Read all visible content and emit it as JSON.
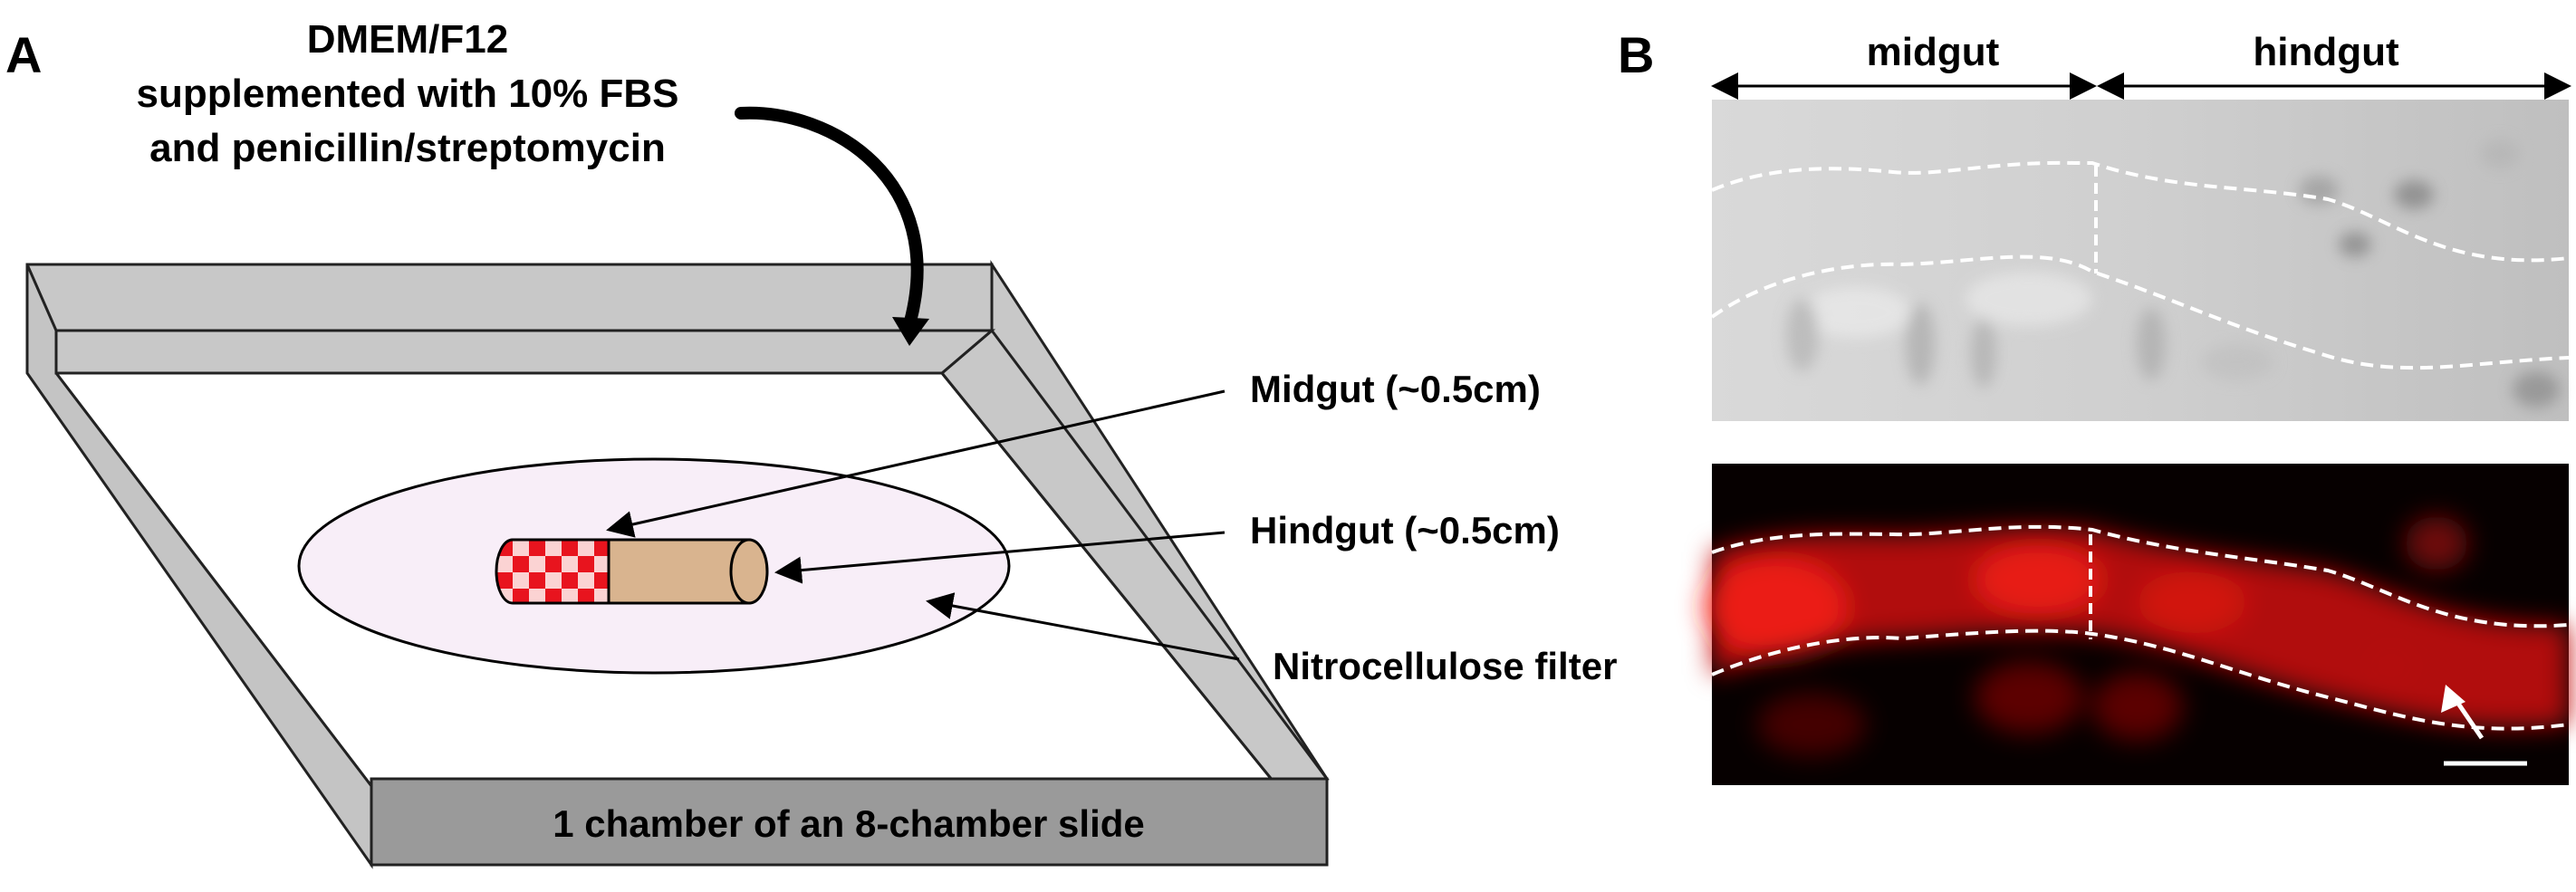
{
  "figure": {
    "panel_a": {
      "letter": "A",
      "medium": {
        "line1": "DMEM/F12",
        "line2": "supplemented with 10% FBS",
        "line3": "and penicillin/streptomycin"
      },
      "callouts": {
        "midgut": "Midgut (~0.5cm)",
        "hindgut": "Hindgut (~0.5cm)",
        "filter": "Nitrocellulose filter"
      },
      "chamber_label": "1 chamber of an 8-chamber slide"
    },
    "panel_b": {
      "letter": "B",
      "regions": {
        "midgut": "midgut",
        "hindgut": "hindgut"
      },
      "images": [
        "brightfield",
        "red-fluorescence"
      ]
    },
    "colors": {
      "chamber_wall": "#c8c8c8",
      "chamber_front": "#9a9a9a",
      "filter": "#f8eef8",
      "midgut_red": "#e8141e",
      "hindgut_tan": "#d9b48f",
      "fluorescence": "#e01010"
    }
  }
}
